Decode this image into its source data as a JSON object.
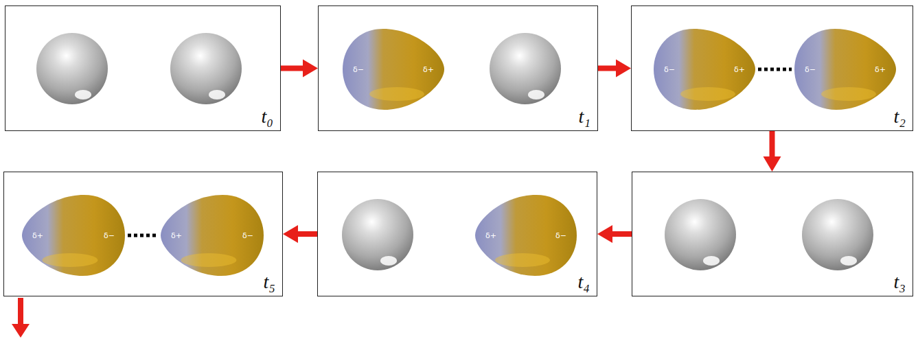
{
  "diagram": {
    "nodes": [
      {
        "text": [
          "t₀"
        ]
      },
      {
        "text": [
          "t₁"
        ]
      },
      {
        "text": [
          "δ−",
          "δ+"
        ],
        "in": 1
      },
      {
        "text": [
          "t₂"
        ]
      },
      {
        "text": [
          "δ−",
          "δ+"
        ],
        "in": 3
      },
      {
        "text": [
          "δ−",
          "δ+"
        ],
        "in": 3
      },
      {
        "text": [
          "t₃"
        ]
      },
      {
        "text": [
          "t₄"
        ]
      },
      {
        "text": [
          "δ+",
          "δ−"
        ],
        "in": 7
      },
      {
        "text": [
          "t₅"
        ]
      },
      {
        "text": [
          "δ+",
          "δ−"
        ],
        "in": 9
      },
      {
        "text": [
          "δ+",
          "δ−"
        ],
        "in": 9
      }
    ],
    "edges": [
      {
        "from": 0,
        "to": 1,
        "arrow": "to"
      },
      {
        "from": 1,
        "to": 3,
        "arrow": "to"
      },
      {
        "from": 4,
        "to": 5,
        "arrow": "none"
      },
      {
        "from": 3,
        "to": 6,
        "arrow": "to"
      },
      {
        "from": 6,
        "to": 7,
        "arrow": "to"
      },
      {
        "from": 7,
        "to": 9,
        "arrow": "to"
      },
      {
        "from": 10,
        "to": 11,
        "arrow": "none"
      }
    ]
  }
}
